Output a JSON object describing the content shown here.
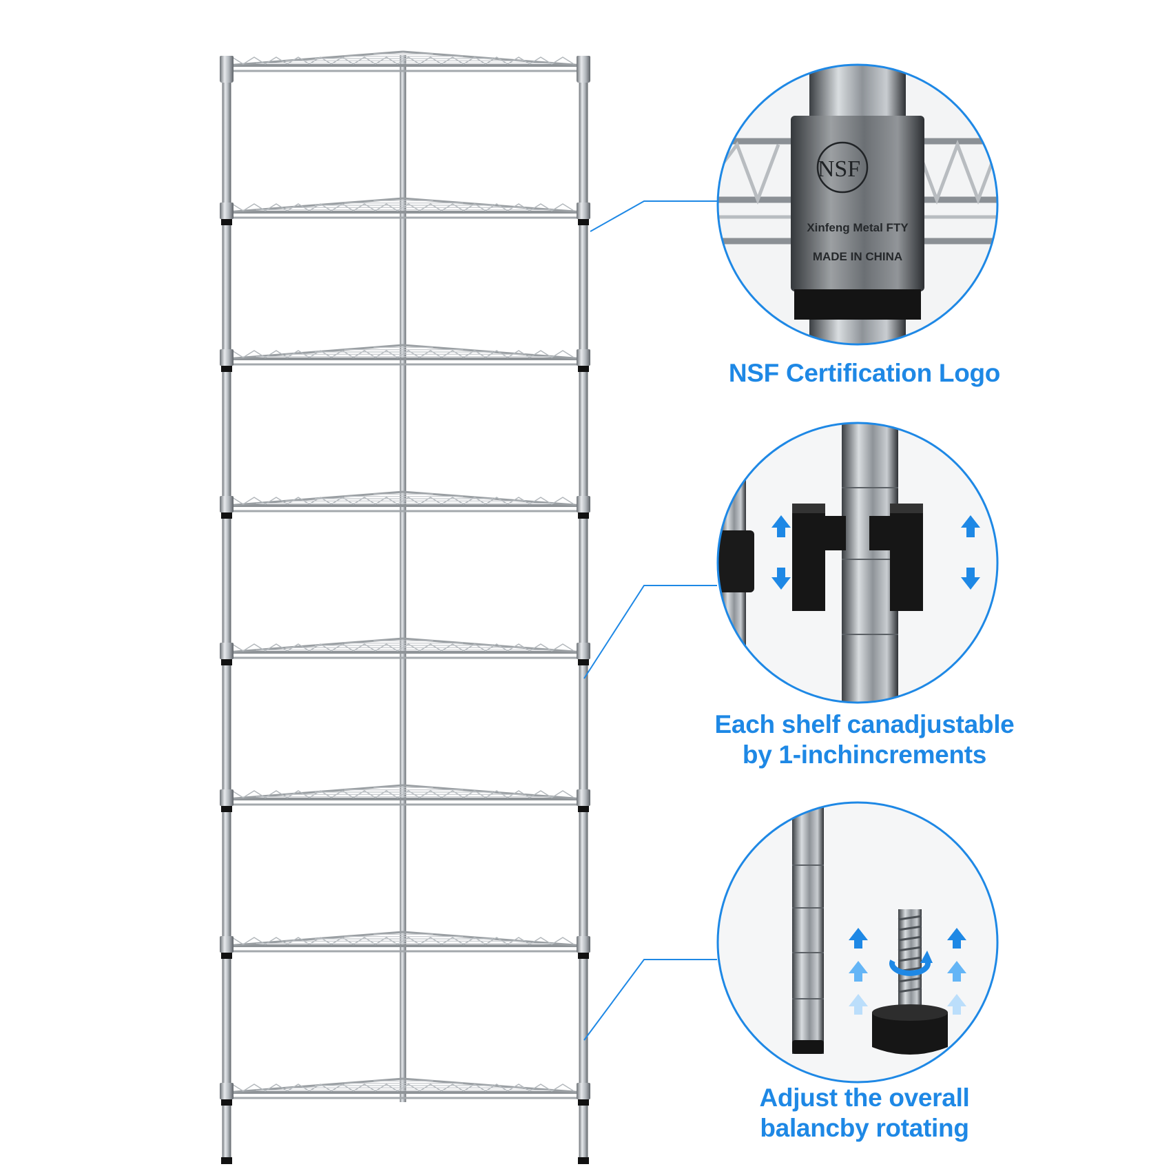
{
  "colors": {
    "accent": "#1e88e5",
    "metal": "#9aa0a6",
    "connector": "#111111",
    "background": "#ffffff"
  },
  "callouts": [
    {
      "icon": "nsf-connector-closeup-icon",
      "lines": [
        "NSF Certification Logo"
      ],
      "engraving": {
        "logo": "NSF",
        "maker": "Xinfeng Metal FTY",
        "origin": "MADE IN CHINA"
      }
    },
    {
      "icon": "shelf-clip-closeup-icon",
      "lines": [
        "Each shelf canadjustable",
        "by 1-inchincrements"
      ]
    },
    {
      "icon": "leveling-foot-closeup-icon",
      "lines": [
        "Adjust the overall",
        "balancby rotating"
      ]
    }
  ],
  "shelf": {
    "icon": "corner-wire-shelf-icon",
    "tiers": 8
  }
}
